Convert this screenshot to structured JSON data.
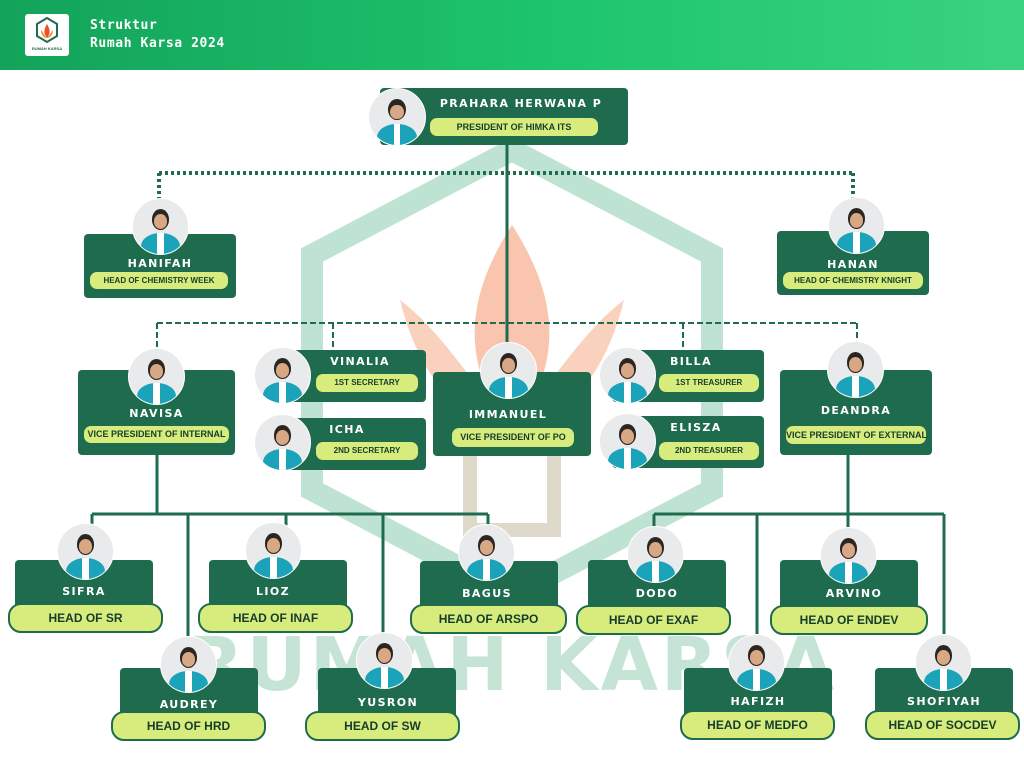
{
  "header": {
    "title_line1": "Struktur",
    "title_line2": "Rumah Karsa 2024",
    "logo_text": "RUMAH KARSA"
  },
  "watermark": {
    "text": "RUMAH KARSA"
  },
  "colors": {
    "card": "#1f6b4d",
    "pill": "#d7ec7c",
    "header": "#1ec56e",
    "jacket": "#1ba3b9"
  },
  "president": {
    "name": "PRAHARA HERWANA P",
    "role": "PRESIDENT OF HIMKA ITS"
  },
  "hanifah": {
    "name": "HANIFAH",
    "role": "HEAD OF CHEMISTRY WEEK"
  },
  "hanan": {
    "name": "HANAN",
    "role": "HEAD OF CHEMISTRY KNIGHT"
  },
  "navisa": {
    "name": "NAVISA",
    "role": "VICE PRESIDENT OF INTERNAL"
  },
  "vinalia": {
    "name": "VINALIA",
    "role": "1ST SECRETARY"
  },
  "icha": {
    "name": "ICHA",
    "role": "2ND SECRETARY"
  },
  "immanuel": {
    "name": "IMMANUEL",
    "role": "VICE PRESIDENT OF PO"
  },
  "billa": {
    "name": "BILLA",
    "role": "1ST TREASURER"
  },
  "elisza": {
    "name": "ELISZA",
    "role": "2ND TREASURER"
  },
  "deandra": {
    "name": "DEANDRA",
    "role": "VICE PRESIDENT OF EXTERNAL"
  },
  "sifra": {
    "name": "SIFRA",
    "role": "HEAD OF SR"
  },
  "lioz": {
    "name": "LIOZ",
    "role": "HEAD OF INAF"
  },
  "bagus": {
    "name": "BAGUS",
    "role": "HEAD OF ARSPO"
  },
  "dodo": {
    "name": "DODO",
    "role": "HEAD OF EXAF"
  },
  "arvino": {
    "name": "ARVINO",
    "role": "HEAD OF ENDEV"
  },
  "audrey": {
    "name": "AUDREY",
    "role": "HEAD OF HRD"
  },
  "yusron": {
    "name": "YUSRON",
    "role": "HEAD OF SW"
  },
  "hafizh": {
    "name": "HAFIZH",
    "role": "HEAD OF MEDFO"
  },
  "shofiyah": {
    "name": "SHOFIYAH",
    "role": "HEAD OF SOCDEV"
  }
}
